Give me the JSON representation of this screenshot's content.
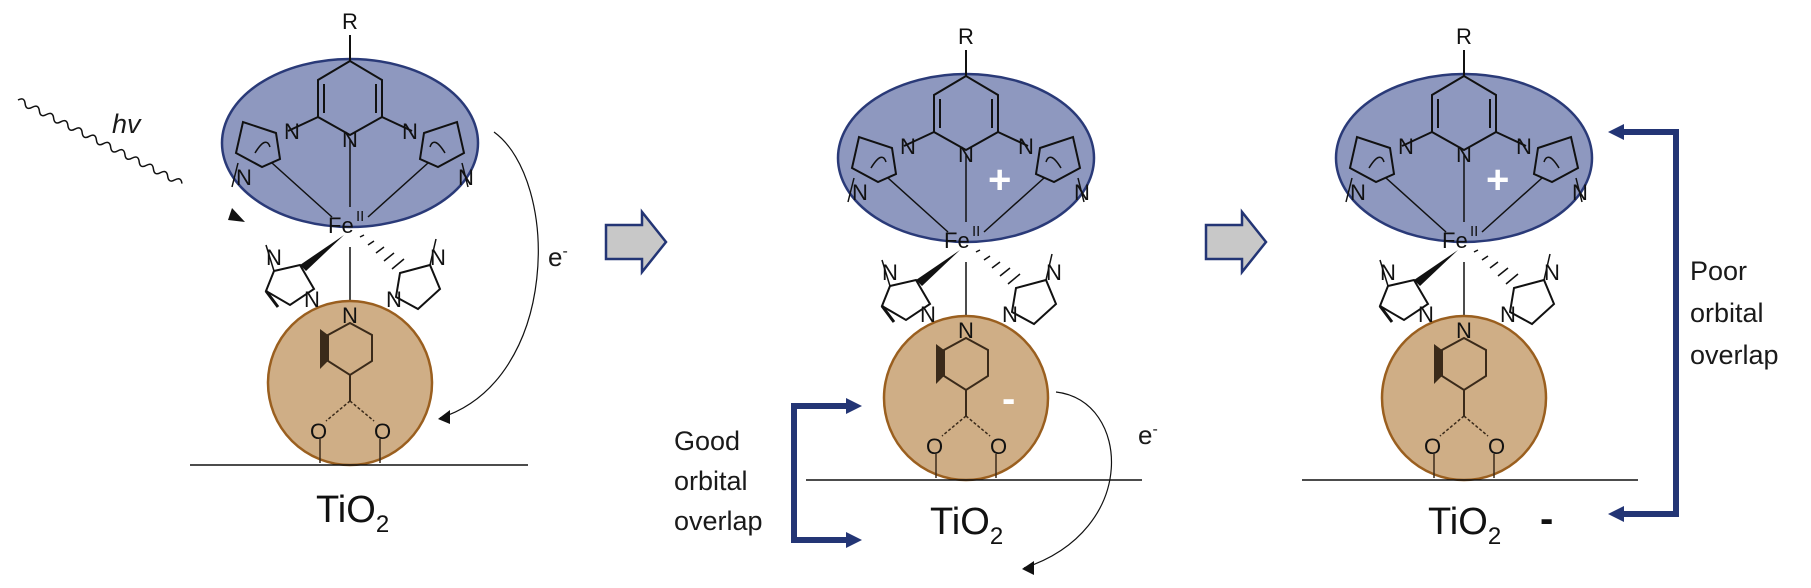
{
  "colors": {
    "ligand_fill": "#8e98bf",
    "ligand_stroke": "#2a3a78",
    "anchor_fill": "#cfae86",
    "anchor_stroke": "#9a5f1f",
    "arrow_fill": "#c8c8c8",
    "bracket": "#233575"
  },
  "panels": [
    {
      "substituent": "R",
      "metal": "Fe",
      "oxidation": "II",
      "photon": "hv",
      "electron": "e",
      "electron_charge": "-",
      "ligand_charge": "",
      "anchor_charge": "",
      "surface": "TiO",
      "surface_sub": "2",
      "surface_charge": ""
    },
    {
      "substituent": "R",
      "metal": "Fe",
      "oxidation": "II",
      "electron": "e",
      "electron_charge": "-",
      "ligand_charge": "+",
      "anchor_charge": "-",
      "surface": "TiO",
      "surface_sub": "2",
      "surface_charge": "",
      "note_lines": [
        "Good",
        "orbital",
        "overlap"
      ]
    },
    {
      "substituent": "R",
      "metal": "Fe",
      "oxidation": "II",
      "ligand_charge": "+",
      "anchor_charge": "",
      "surface": "TiO",
      "surface_sub": "2",
      "surface_charge": "-",
      "note_lines": [
        "Poor",
        "orbital",
        "overlap"
      ]
    }
  ],
  "atoms": {
    "N": "N",
    "O": "O"
  }
}
